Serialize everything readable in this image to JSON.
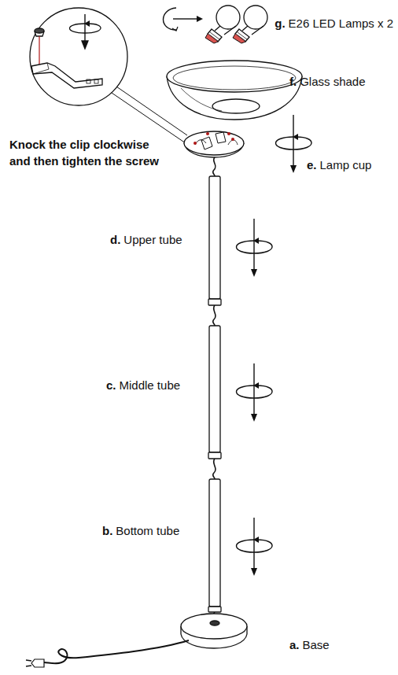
{
  "diagram": {
    "labels": [
      "g.",
      "E26 LED Lamps x 2",
      "f.",
      "Glass shade",
      "Knock the clip clockwise and then tighten the screw",
      "e.",
      "Lamp cup",
      "d.",
      "Upper tube",
      "c.",
      "Middle tube",
      "b.",
      "Bottom tube",
      "a.",
      "Base"
    ]
  }
}
